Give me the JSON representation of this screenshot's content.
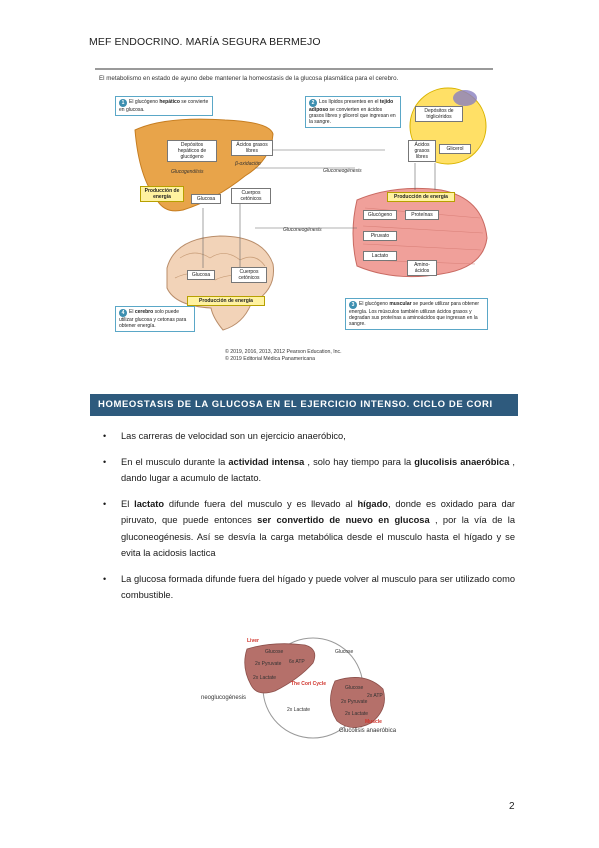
{
  "header": {
    "running_title": "MEF ENDOCRINO. MARÍA SEGURA BERMEJO"
  },
  "figure1": {
    "caption": "El metabolismo en estado de ayuno debe mantener la homeostasis de la glucosa plasmática para el cerebro.",
    "note1": {
      "num": "1",
      "pre": "El glucógeno ",
      "bold": "hepático",
      "post": " se convierte en glucosa."
    },
    "note2": {
      "num": "2",
      "pre": "Los lípidos presentes en el ",
      "bold": "tejido adiposo",
      "post": " se convierten en ácidos grasos libres y glicerol que ingresan en la sangre."
    },
    "note3": {
      "num": "3",
      "pre": "El glucógeno ",
      "bold": "muscular",
      "post": " se puede utilizar para obtener energía. Los músculos también utilizan ácidos grasos y degradan sus proteínas a aminoácidos que ingresan en la sangre."
    },
    "note4": {
      "num": "4",
      "pre": "El ",
      "bold": "cerebro",
      "post": " solo puede utilizar glucosa y cetonas para obtener energía."
    },
    "liver_glycogen": "Depósitos hepáticos de glucógeno",
    "liver_fa": "Ácidos grasos libres",
    "beta_ox": "β-oxidación",
    "glycogenolysis": "Glucogenólisis",
    "liver_energy": "Producción de energía",
    "liver_glucose": "Glucosa",
    "liver_ketones": "Cuerpos cetónicos",
    "adipose_tg": "Depósitos de triglicéridos",
    "adipose_fa": "Ácidos grasos libres",
    "adipose_glycerol": "Glicerol",
    "gluconeo1": "Gluconeogénesis",
    "gluconeo2": "Gluconeogénesis",
    "muscle_energy": "Producción de energía",
    "muscle_glycogen": "Glucógeno",
    "muscle_proteins": "Proteínas",
    "muscle_pyruvate": "Piruvato",
    "muscle_lactate": "Lactato",
    "muscle_aa": "Amino-ácidos",
    "brain_glucose": "Glucosa",
    "brain_ketones": "Cuerpos cetónicos",
    "brain_energy": "Producción de energía",
    "credit_line1": "© 2019, 2016, 2013, 2012 Pearson Education, Inc.",
    "credit_line2": "© 2019 Editorial Médica Panamericana"
  },
  "section": {
    "title": "HOMEOSTASIS DE LA GLUCOSA EN EL EJERCICIO INTENSO. CICLO DE CORI"
  },
  "bullets": [
    {
      "t1": "Las carreras de velocidad son un ejercicio anaeróbico,"
    },
    {
      "t1": "En el musculo durante la ",
      "b1": "actividad intensa",
      "t2": " , solo hay tiempo para la ",
      "b2": "glucolisis anaeróbica",
      "t3": " , dando lugar a acumulo de lactato."
    },
    {
      "b1": "lactato",
      "t0": "El ",
      "t1": " difunde fuera del musculo y es llevado al ",
      "b2": "hígado",
      "t2": ", donde es oxidado para dar piruvato, que puede entonces ",
      "b3": "ser convertido de nuevo en glucosa",
      "t3": " , por la vía de la gluconeogénesis. Así se desvía la carga metabólica desde el musculo hasta el hígado y se evita la acidosis lactica"
    },
    {
      "t1": "La glucosa formada difunde fuera del hígado y puede volver al musculo para ser utilizado como combustible."
    }
  ],
  "figure2": {
    "liver_label": "Liver",
    "liver_glucose": "Glucose",
    "liver_pyruvate": "2x Pyruvate",
    "liver_atp": "6x ATP",
    "liver_lactate": "2x Lactate",
    "glucose_arrow": "Glucose",
    "cycle_title": "The Cori Cycle",
    "muscle_glucose": "Glucose",
    "muscle_atp": "2x ATP",
    "muscle_pyruvate": "2x Pyruvate",
    "muscle_lactate": "2x Lactate",
    "muscle_label": "Muscle",
    "lactate_arrow": "2x Lactate",
    "left_label": "neoglucogénesis",
    "bottom_label": "Glucolisis anaeróbica"
  },
  "footer": {
    "page_number": "2"
  },
  "colors": {
    "section_bar": "#2e5a7d",
    "note_border": "#5aa7c7",
    "liver": "#e8a44a",
    "muscle": "#f0a09a",
    "adipose": "#ffe066",
    "cori_organ": "#b5706a",
    "cori_title": "#d0332b"
  }
}
